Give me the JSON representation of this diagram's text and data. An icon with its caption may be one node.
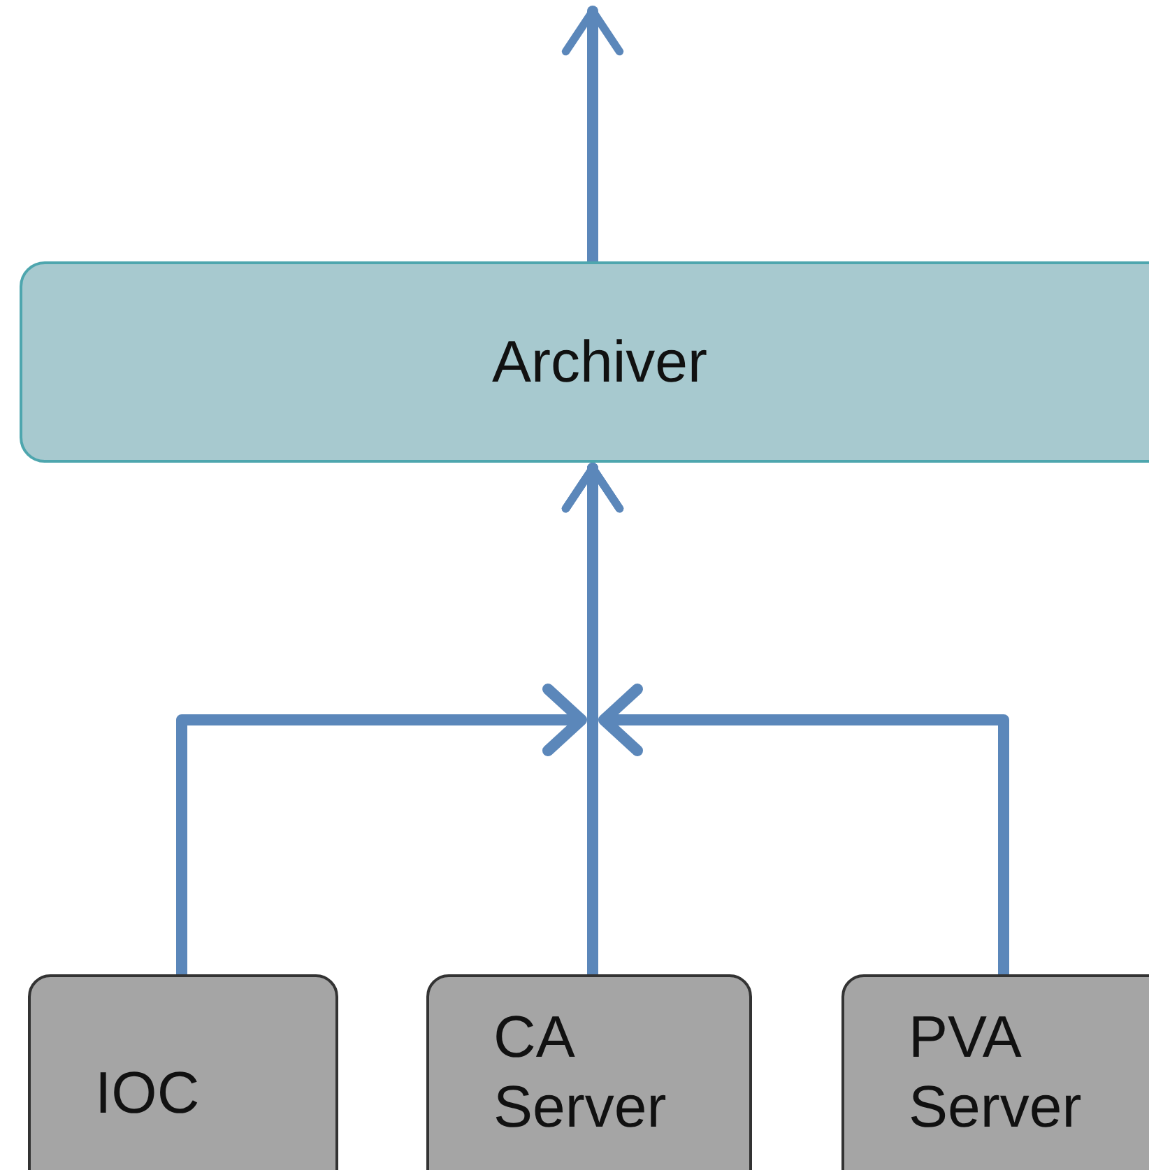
{
  "diagram": {
    "nodes": [
      {
        "text": [
          "Archiver"
        ]
      },
      {
        "text": [
          "IOC"
        ]
      },
      {
        "text": [
          "CA Server"
        ]
      },
      {
        "text": [
          "PVA Server"
        ]
      }
    ],
    "edges": [
      {
        "from": 0,
        "to": null,
        "arrow": "to"
      },
      {
        "from": 1,
        "to": 0,
        "arrow": "to"
      },
      {
        "from": 2,
        "to": 0,
        "arrow": "to"
      },
      {
        "from": 3,
        "to": 0,
        "arrow": "to"
      }
    ]
  }
}
